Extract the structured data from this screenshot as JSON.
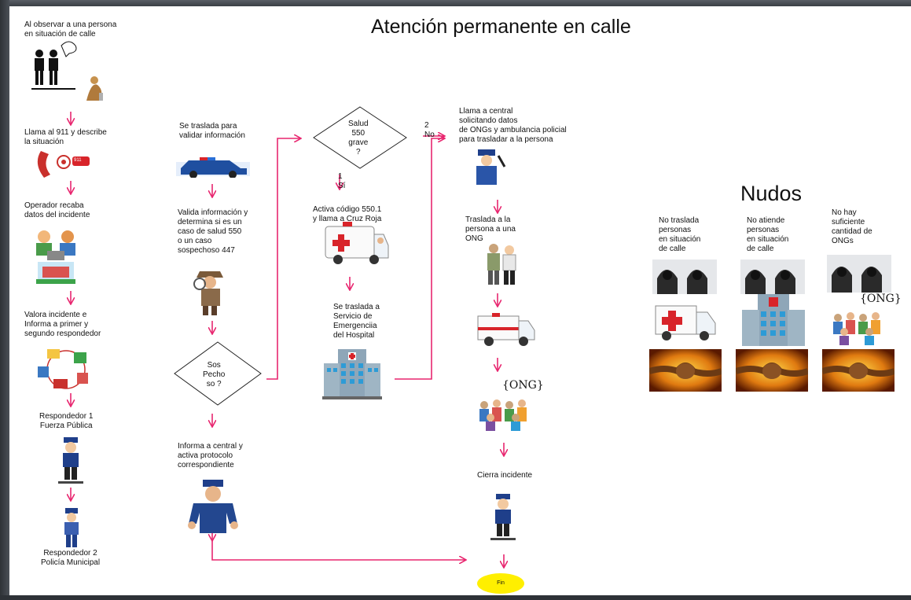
{
  "title": "Atención permanente en calle",
  "column1": {
    "step1": "Al observar a una persona\nen situación de calle",
    "step2": "Llama al 911 y describe\nla situación",
    "badge_911": "911",
    "step3": "Operador recaba\ndatos del incidente",
    "step4": "Valora incidente e\nInforma a primer y\nsegundo respondedor",
    "step5": "Respondedor 1\nFuerza Pública",
    "step6": "Respondedor 2\nPolicía Municipal"
  },
  "column2": {
    "step1": "Se traslada para\nvalidar información",
    "step2": "Valida información y\ndetermina si es un\ncaso de salud 550\no un caso\nsospechoso 447",
    "decision": "Sos\nPecho\nso ?",
    "step3": "Informa a central y\nactiva protocolo\ncorrespondiente"
  },
  "column3": {
    "decision": "Salud\n550\ngrave\n?",
    "yes_label": "1\nSí",
    "no_label": "2\nNo",
    "step1": "Activa código 550.1\ny llama a Cruz Roja",
    "step2": "Se traslada a\nServicio de\nEmergenciia\ndel Hospital"
  },
  "column4": {
    "step1": "Llama a central\nsolicitando datos\nde ONGs y ambulancia policial\npara trasladar a la persona",
    "step2": "Traslada a la\npersona  a una\nONG",
    "ong_label": "{ONG}",
    "step3": "Cierra incidente",
    "end": "Fin"
  },
  "nudos": {
    "title": "Nudos",
    "items": [
      "No traslada\npersonas\nen situación\nde calle",
      "No atiende\npersonas\nen situación\nde calle",
      "No hay\nsuficiente\ncantidad de\nONGs"
    ],
    "ong_label": "{ONG}"
  },
  "colors": {
    "arrow": "#e8266f",
    "end_fill": "#ffef00",
    "police_blue": "#1f3f8a"
  }
}
